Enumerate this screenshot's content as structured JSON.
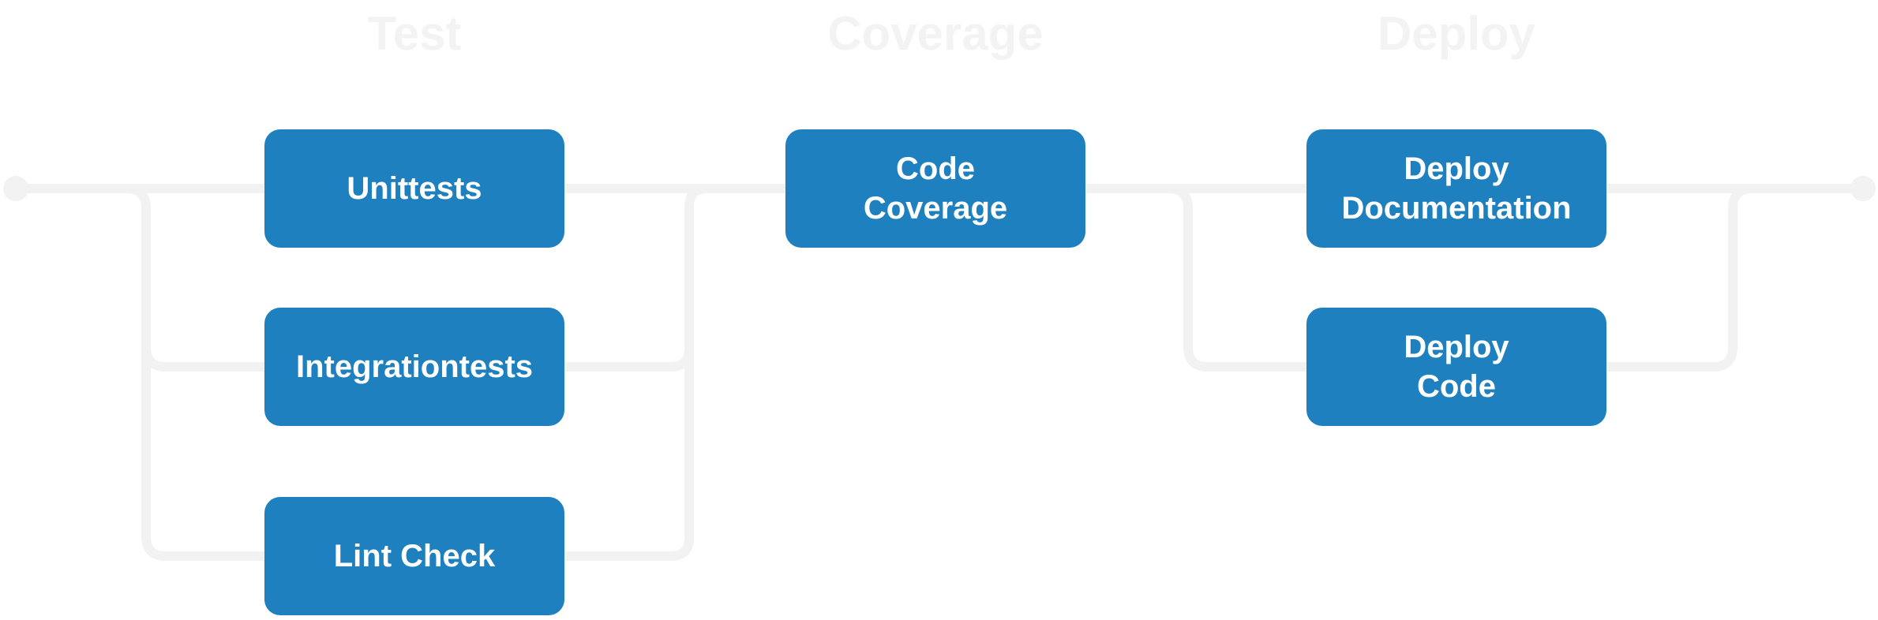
{
  "stages": [
    {
      "title": "Test"
    },
    {
      "title": "Coverage"
    },
    {
      "title": "Deploy"
    }
  ],
  "jobs": {
    "unittests": "Unittests",
    "integrationtests": "Integrationtests",
    "lint_check": "Lint Check",
    "code_coverage": "Code\nCoverage",
    "deploy_documentation": "Deploy\nDocumentation",
    "deploy_code": "Deploy\nCode"
  },
  "colors": {
    "job_fill": "#1f80c0",
    "job_text": "#ffffff",
    "connector": "#f2f2f2",
    "stage_title": "#f3f3f3"
  }
}
